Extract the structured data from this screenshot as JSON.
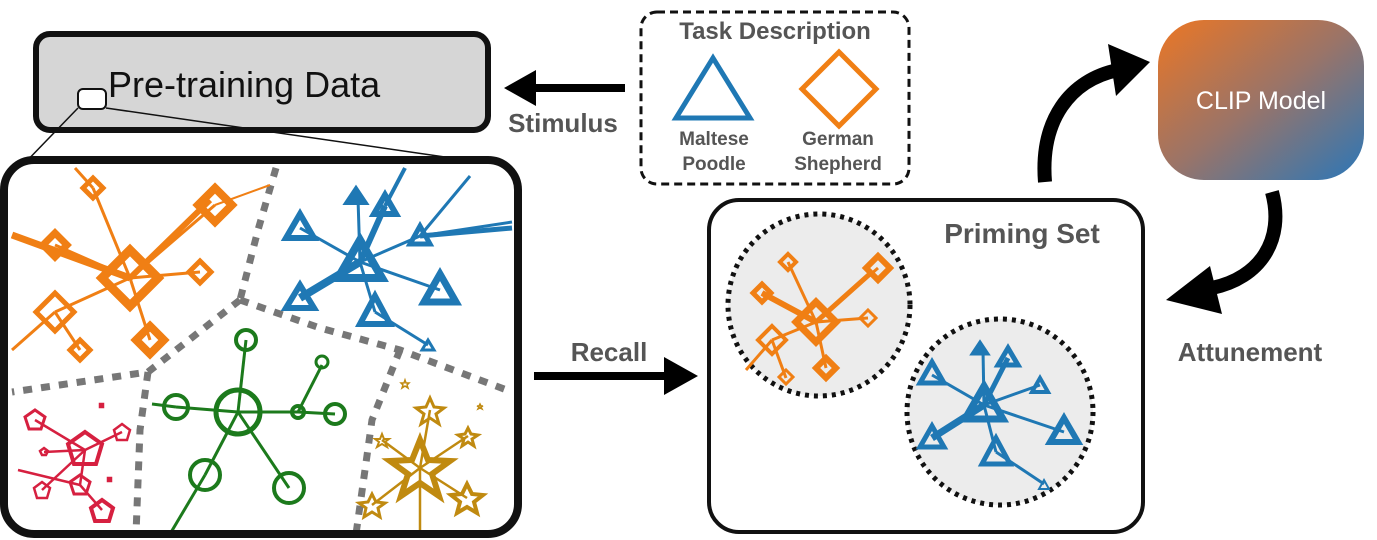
{
  "pretraining": {
    "title": "Pre-training Data"
  },
  "labels": {
    "stimulus": "Stimulus",
    "recall": "Recall",
    "attunement": "Attunement",
    "priming_set": "Priming Set",
    "clip_model": "CLIP Model"
  },
  "task": {
    "title": "Task Description",
    "items": [
      {
        "line1": "Maltese",
        "line2": "Poodle",
        "shape": "triangle-icon"
      },
      {
        "line1": "German",
        "line2": "Shepherd",
        "shape": "diamond-icon"
      }
    ]
  },
  "colors": {
    "orange": "#f07f14",
    "blue": "#1f78b4",
    "green": "#1c7a1c",
    "red": "#d62040",
    "gold": "#c08a10",
    "gray_box": "#d6d6d6",
    "clip_start": "#e8792a",
    "clip_end": "#2f76b4"
  }
}
